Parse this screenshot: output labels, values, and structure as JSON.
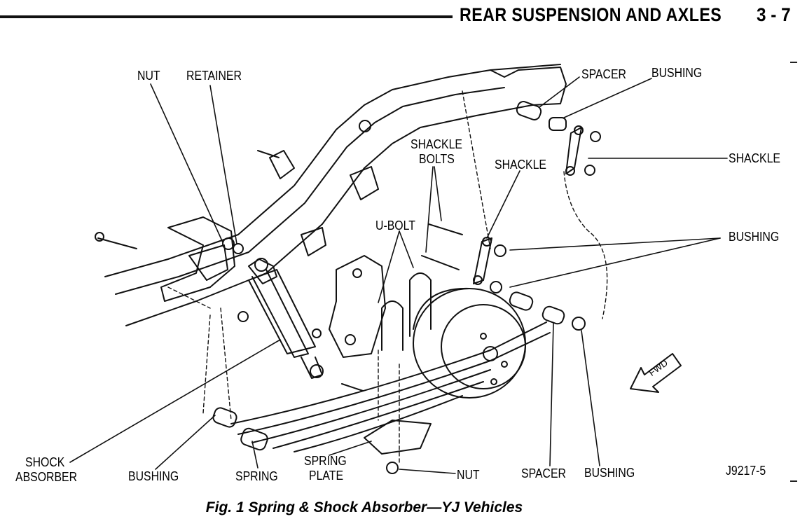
{
  "header": {
    "title": "REAR SUSPENSION AND AXLES",
    "page_number": "3 - 7"
  },
  "labels": {
    "nut_top": "NUT",
    "retainer": "RETAINER",
    "spacer_top": "SPACER",
    "bushing_top": "BUSHING",
    "shackle_right": "SHACKLE",
    "shackle_bolts_1": "SHACKLE",
    "shackle_bolts_2": "BOLTS",
    "shackle_mid": "SHACKLE",
    "u_bolt": "U-BOLT",
    "bushing_right": "BUSHING",
    "shock_1": "SHOCK",
    "shock_2": "ABSORBER",
    "bushing_left": "BUSHING",
    "spring": "SPRING",
    "spring_plate_1": "SPRING",
    "spring_plate_2": "PLATE",
    "nut_bottom": "NUT",
    "spacer_bottom": "SPACER",
    "bushing_bottom": "BUSHING",
    "figure_code": "J9217-5",
    "fwd": "FWD"
  },
  "caption": "Fig. 1 Spring & Shock Absorber—YJ Vehicles"
}
